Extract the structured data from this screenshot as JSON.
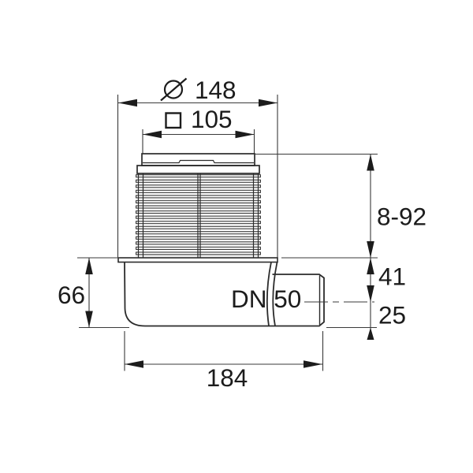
{
  "drawing": {
    "kind": "technical-dimension-drawing",
    "subject": "floor drain with side outlet, side view",
    "dimensions": {
      "flange_diameter": {
        "symbol": "diameter",
        "value": "148"
      },
      "grate_square": {
        "symbol": "square",
        "value": "105"
      },
      "height_adjustment": {
        "value": "8-92"
      },
      "flange_to_outlet_center": {
        "value": "41"
      },
      "outlet_center_to_bottom": {
        "value": "25"
      },
      "sump_depth": {
        "value": "66"
      },
      "body_length": {
        "value": "184"
      },
      "outlet_size": {
        "value": "DN 50"
      }
    },
    "colors": {
      "background": "#ffffff",
      "part_line": "#2b2b2b",
      "dimension_line": "#3a3a3a",
      "text": "#1c1c1c"
    }
  }
}
